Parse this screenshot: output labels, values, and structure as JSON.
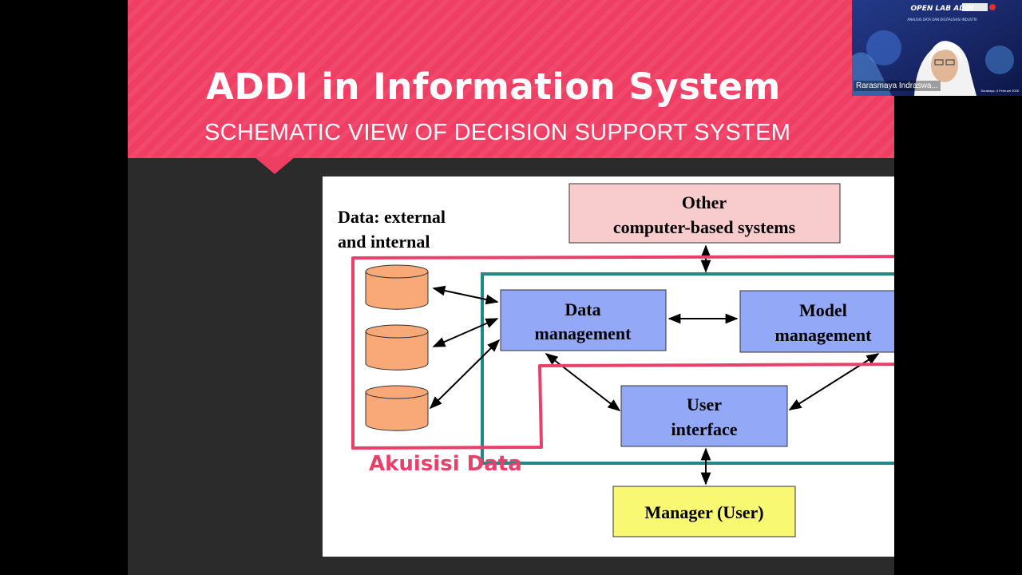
{
  "slide": {
    "title": "ADDI in Information System",
    "subtitle": "SCHEMATIC VIEW OF DECISION SUPPORT SYSTEM"
  },
  "diagram": {
    "data_label_line1": "Data: external",
    "data_label_line2": "and internal",
    "other_systems_line1": "Other",
    "other_systems_line2": "computer-based systems",
    "data_mgmt_line1": "Data",
    "data_mgmt_line2": "management",
    "model_mgmt_line1": "Model",
    "model_mgmt_line2": "management",
    "user_interface_line1": "User",
    "user_interface_line2": "interface",
    "manager": "Manager (User)",
    "caption": "Akuisisi Data",
    "colors": {
      "slide_header": "#ef3e63",
      "acquisition_outline": "#e8406a",
      "dss_outline": "#1f8a84",
      "database": "#f9a978",
      "component_box": "#93a8f6",
      "other_systems_box": "#f8cccc",
      "manager_box": "#f8f872"
    }
  },
  "webcam": {
    "participant_name": "Rarasmaya Indraswa...",
    "event_banner": "OPEN LAB ADDI",
    "event_subtitle": "ANALISIS DATA DAN DIGITALISASI INDUSTRI",
    "event_date": "Surabaya, 3 Februari 2026"
  }
}
